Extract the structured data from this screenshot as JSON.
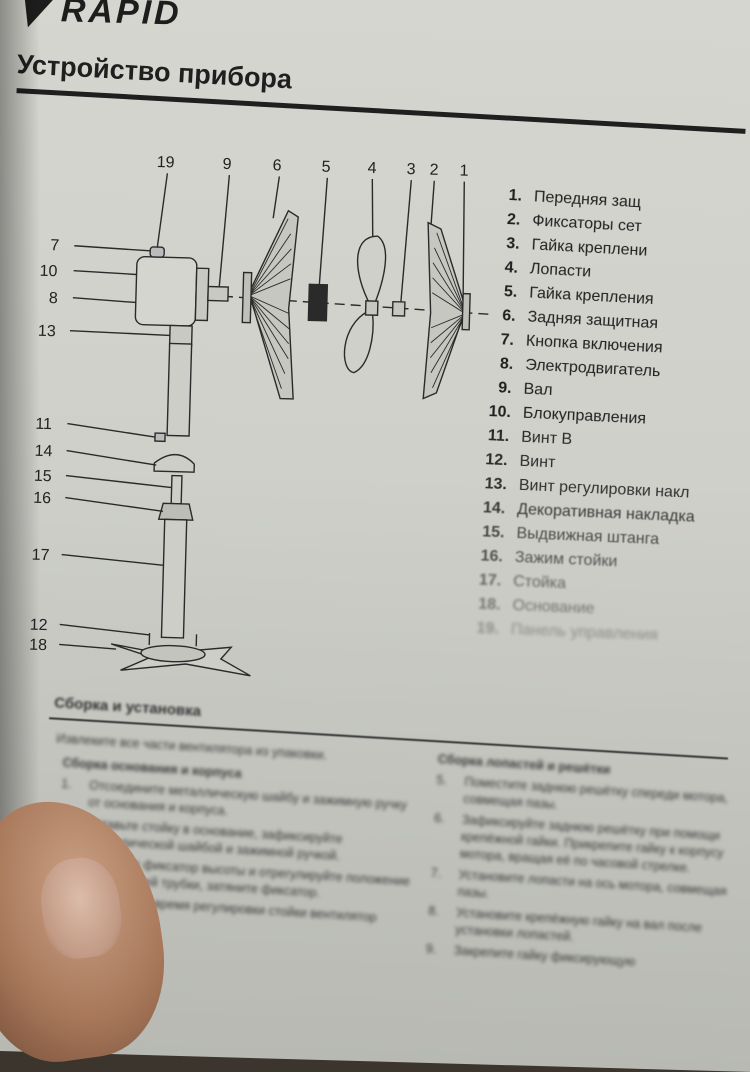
{
  "brand": {
    "name": "RAPID"
  },
  "header": {
    "title": "Устройство прибора"
  },
  "callouts": {
    "top": [
      "19",
      "9",
      "6",
      "5",
      "4",
      "3",
      "2",
      "1"
    ],
    "left": [
      "7",
      "10",
      "8",
      "13",
      "11",
      "14",
      "15",
      "16",
      "17",
      "12",
      "18"
    ]
  },
  "parts": [
    {
      "num": "1.",
      "name": "Передняя защ"
    },
    {
      "num": "2.",
      "name": "Фиксаторы сет"
    },
    {
      "num": "3.",
      "name": "Гайка креплени"
    },
    {
      "num": "4.",
      "name": "Лопасти"
    },
    {
      "num": "5.",
      "name": "Гайка крепления"
    },
    {
      "num": "6.",
      "name": "Задняя защитная"
    },
    {
      "num": "7.",
      "name": "Кнопка включения"
    },
    {
      "num": "8.",
      "name": "Электродвигатель"
    },
    {
      "num": "9.",
      "name": "Вал"
    },
    {
      "num": "10.",
      "name": "Блокуправления"
    },
    {
      "num": "11.",
      "name": "Винт В"
    },
    {
      "num": "12.",
      "name": "Винт"
    },
    {
      "num": "13.",
      "name": "Винт регулировки накл"
    },
    {
      "num": "14.",
      "name": "Декоративная накладка"
    },
    {
      "num": "15.",
      "name": "Выдвижная штанга"
    },
    {
      "num": "16.",
      "name": "Зажим стойки"
    },
    {
      "num": "17.",
      "name": "Стойка"
    },
    {
      "num": "18.",
      "name": "Основание"
    },
    {
      "num": "19.",
      "name": "Панель управления"
    }
  ],
  "assembly": {
    "title": "Сборка и установка",
    "intro": "Извлеките все части вентилятора из упаковки.",
    "left": {
      "header": "Сборка основания и корпуса",
      "items": [
        {
          "n": "1.",
          "text": "Отсоедините металлическую шайбу и зажимную ручку от основания и корпуса."
        },
        {
          "n": "2.",
          "text": "Вставьте стойку в основание, зафиксируйте металлической шайбой и зажимной ручкой."
        },
        {
          "n": "",
          "text": "Ослабьте фиксатор высоты и отрегулируйте положение удлиняющей трубки, затяните фиксатор."
        },
        {
          "n": "",
          "text": "ВАЖНО! Во время регулировки стойки вентилятор должен быть"
        }
      ]
    },
    "right": {
      "header": "Сборка лопастей и решётки",
      "items": [
        {
          "n": "5.",
          "text": "Поместите заднюю решётку спереди мотора, совмещая пазы."
        },
        {
          "n": "6.",
          "text": "Зафиксируйте заднюю решётку при помощи крепёжной гайки. Прикрепите гайку к корпусу мотора, вращая её по часовой стрелке."
        },
        {
          "n": "7.",
          "text": "Установите лопасти на ось мотора, совмещая пазы."
        },
        {
          "n": "8.",
          "text": "Установите крепёжную гайку на вал после установки лопастей."
        },
        {
          "n": "9.",
          "text": "Закрепите гайку фиксирующую"
        }
      ]
    }
  }
}
